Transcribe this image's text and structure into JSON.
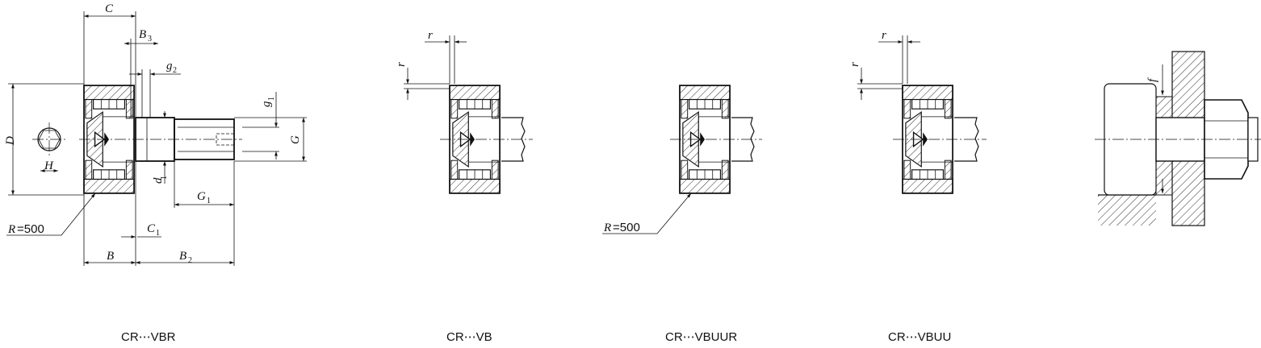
{
  "labels": {
    "C": "C",
    "B3": "B",
    "B3_sub": "3",
    "g2": "g",
    "g2_sub": "2",
    "g1": "g",
    "g1_sub": "1",
    "G": "G",
    "D": "D",
    "H": "H",
    "d1": "d",
    "d1_sub": "1",
    "G1": "G",
    "G1_sub": "1",
    "C1": "C",
    "C1_sub": "1",
    "B": "B",
    "B2": "B",
    "B2_sub": "2",
    "r": "r",
    "f": "f",
    "R_letter": "R",
    "R_value": "=500"
  },
  "captions": [
    "CR⋯VBR",
    "CR⋯VB",
    "CR⋯VBUUR",
    "CR⋯VBUU"
  ]
}
